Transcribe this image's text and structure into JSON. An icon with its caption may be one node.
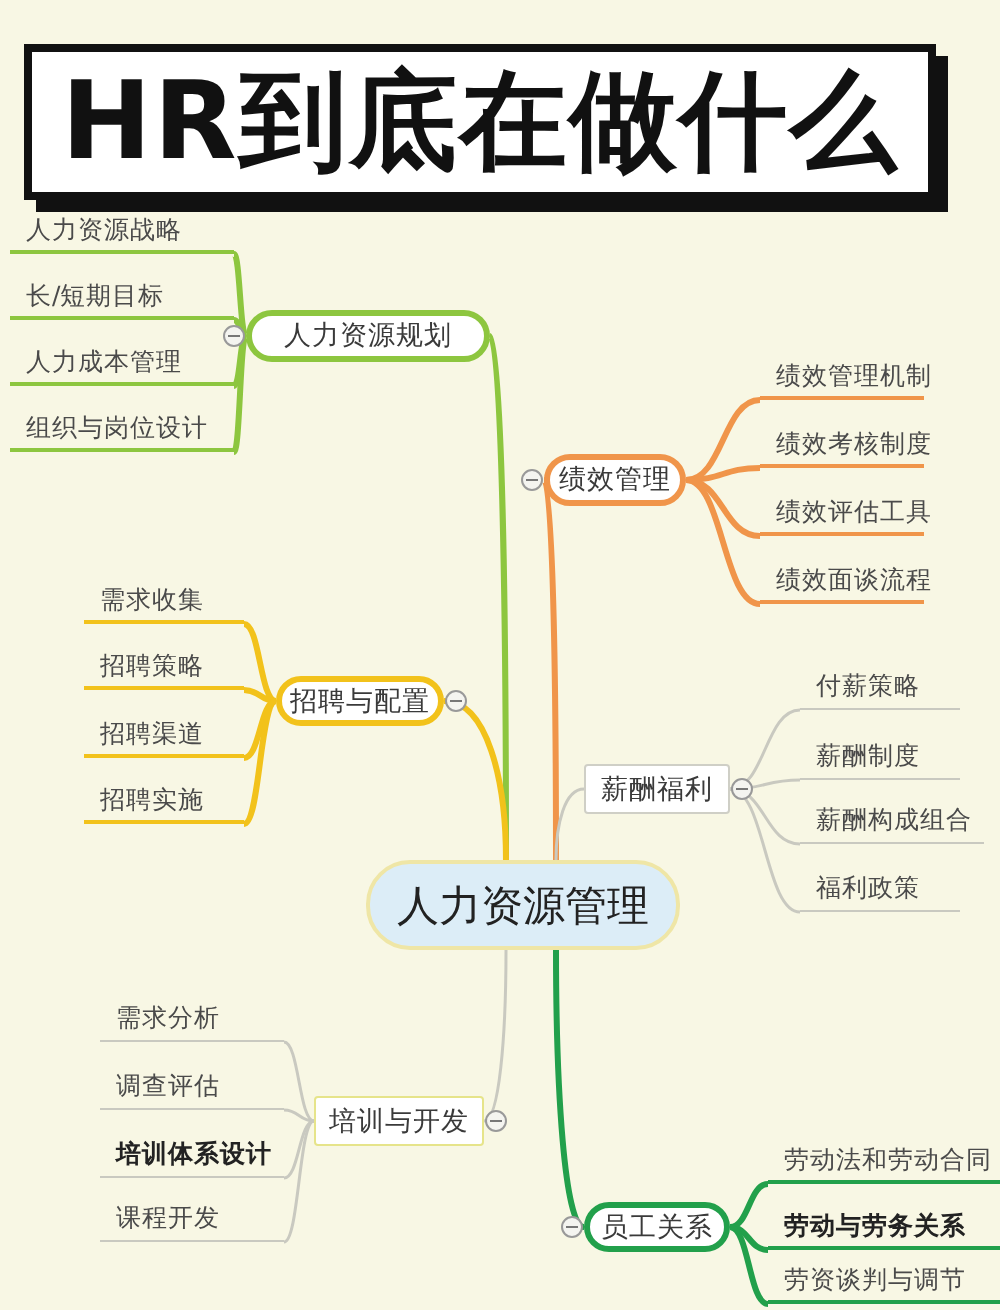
{
  "diagram": {
    "title": "HR到底在做什么",
    "nodes": [
      {
        "text": [
          "人力资源管理"
        ]
      },
      {
        "text": [
          "人力资源规划"
        ]
      },
      {
        "text": [
          "人力资源战略"
        ]
      },
      {
        "text": [
          "长/短期目标"
        ]
      },
      {
        "text": [
          "人力成本管理"
        ]
      },
      {
        "text": [
          "组织与岗位设计"
        ]
      },
      {
        "text": [
          "绩效管理"
        ]
      },
      {
        "text": [
          "绩效管理机制"
        ]
      },
      {
        "text": [
          "绩效考核制度"
        ]
      },
      {
        "text": [
          "绩效评估工具"
        ]
      },
      {
        "text": [
          "绩效面谈流程"
        ]
      },
      {
        "text": [
          "招聘与配置"
        ]
      },
      {
        "text": [
          "需求收集"
        ]
      },
      {
        "text": [
          "招聘策略"
        ]
      },
      {
        "text": [
          "招聘渠道"
        ]
      },
      {
        "text": [
          "招聘实施"
        ]
      },
      {
        "text": [
          "薪酬福利"
        ]
      },
      {
        "text": [
          "付薪策略"
        ]
      },
      {
        "text": [
          "薪酬制度"
        ]
      },
      {
        "text": [
          "薪酬构成组合"
        ]
      },
      {
        "text": [
          "福利政策"
        ]
      },
      {
        "text": [
          "培训与开发"
        ]
      },
      {
        "text": [
          "需求分析"
        ]
      },
      {
        "text": [
          "调查评估"
        ]
      },
      {
        "text": [
          "培训体系设计"
        ]
      },
      {
        "text": [
          "课程开发"
        ]
      },
      {
        "text": [
          "员工关系"
        ]
      },
      {
        "text": [
          "劳动法和劳动合同"
        ]
      },
      {
        "text": [
          "劳动与劳务关系"
        ]
      },
      {
        "text": [
          "劳资谈判与调节"
        ]
      }
    ],
    "edges": [
      {
        "from": 0,
        "to": 1,
        "arrow": "none",
        "color": "#8dc63f"
      },
      {
        "from": 1,
        "to": 2,
        "arrow": "none",
        "color": "#8dc63f"
      },
      {
        "from": 1,
        "to": 3,
        "arrow": "none",
        "color": "#8dc63f"
      },
      {
        "from": 1,
        "to": 4,
        "arrow": "none",
        "color": "#8dc63f"
      },
      {
        "from": 1,
        "to": 5,
        "arrow": "none",
        "color": "#8dc63f"
      },
      {
        "from": 0,
        "to": 6,
        "arrow": "none",
        "color": "#f0954a"
      },
      {
        "from": 6,
        "to": 7,
        "arrow": "none",
        "color": "#f0954a"
      },
      {
        "from": 6,
        "to": 8,
        "arrow": "none",
        "color": "#f0954a"
      },
      {
        "from": 6,
        "to": 9,
        "arrow": "none",
        "color": "#f0954a"
      },
      {
        "from": 6,
        "to": 10,
        "arrow": "none",
        "color": "#f0954a"
      },
      {
        "from": 0,
        "to": 11,
        "arrow": "none",
        "color": "#f2c21b"
      },
      {
        "from": 11,
        "to": 12,
        "arrow": "none",
        "color": "#f2c21b"
      },
      {
        "from": 11,
        "to": 13,
        "arrow": "none",
        "color": "#f2c21b"
      },
      {
        "from": 11,
        "to": 14,
        "arrow": "none",
        "color": "#f2c21b"
      },
      {
        "from": 11,
        "to": 15,
        "arrow": "none",
        "color": "#f2c21b"
      },
      {
        "from": 0,
        "to": 16,
        "arrow": "none",
        "color": "#c9c9c0"
      },
      {
        "from": 16,
        "to": 17,
        "arrow": "none",
        "color": "#c9c9c0"
      },
      {
        "from": 16,
        "to": 18,
        "arrow": "none",
        "color": "#c9c9c0"
      },
      {
        "from": 16,
        "to": 19,
        "arrow": "none",
        "color": "#c9c9c0"
      },
      {
        "from": 16,
        "to": 20,
        "arrow": "none",
        "color": "#c9c9c0"
      },
      {
        "from": 0,
        "to": 21,
        "arrow": "none",
        "color": "#c9c9c0"
      },
      {
        "from": 21,
        "to": 22,
        "arrow": "none",
        "color": "#c9c9c0"
      },
      {
        "from": 21,
        "to": 23,
        "arrow": "none",
        "color": "#c9c9c0"
      },
      {
        "from": 21,
        "to": 24,
        "arrow": "none",
        "color": "#c9c9c0"
      },
      {
        "from": 21,
        "to": 25,
        "arrow": "none",
        "color": "#c9c9c0"
      },
      {
        "from": 0,
        "to": 26,
        "arrow": "none",
        "color": "#22a04b"
      },
      {
        "from": 26,
        "to": 27,
        "arrow": "none",
        "color": "#22a04b"
      },
      {
        "from": 26,
        "to": 28,
        "arrow": "none",
        "color": "#22a04b"
      },
      {
        "from": 26,
        "to": 29,
        "arrow": "none",
        "color": "#22a04b"
      }
    ]
  }
}
